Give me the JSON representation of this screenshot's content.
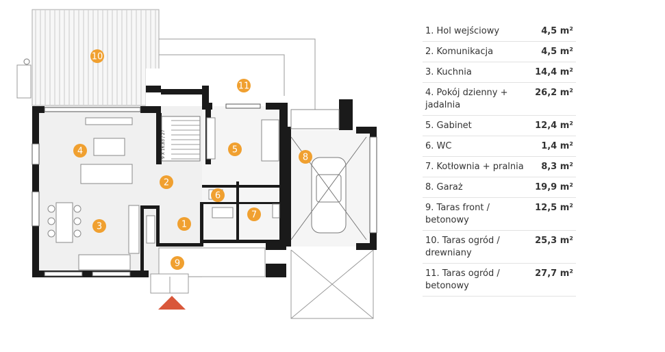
{
  "rooms": [
    {
      "num": "1",
      "label": "1. Hol wejściowy",
      "area": "4,5",
      "unit": "m²"
    },
    {
      "num": "2",
      "label": "2. Komunikacja",
      "area": "4,5",
      "unit": "m²"
    },
    {
      "num": "3",
      "label": "3. Kuchnia",
      "area": "14,4",
      "unit": "m²"
    },
    {
      "num": "4",
      "label": "4. Pokój dzienny + jadalnia",
      "area": "26,2",
      "unit": "m²"
    },
    {
      "num": "5",
      "label": "5. Gabinet",
      "area": "12,4",
      "unit": "m²"
    },
    {
      "num": "6",
      "label": "6. WC",
      "area": "1,4",
      "unit": "m²"
    },
    {
      "num": "7",
      "label": "7. Kotłownia + pralnia",
      "area": "8,3",
      "unit": "m²"
    },
    {
      "num": "8",
      "label": "8. Garaż",
      "area": "19,9",
      "unit": "m²"
    },
    {
      "num": "9",
      "label": "9. Taras front / betonowy",
      "area": "12,5",
      "unit": "m²"
    },
    {
      "num": "10",
      "label": "10. Taras ogród / drewniany",
      "area": "25,3",
      "unit": "m²"
    },
    {
      "num": "11",
      "label": "11. Taras ogród / betonowy",
      "area": "27,7",
      "unit": "m²"
    }
  ],
  "stair_label": "9 X 16,83 / 27",
  "colors": {
    "badge": "#f0a030",
    "wall": "#1a1a1a",
    "floor": "#f0f0f0",
    "entrance_arrow": "#d9573a",
    "deck": "#f7f7f7"
  }
}
